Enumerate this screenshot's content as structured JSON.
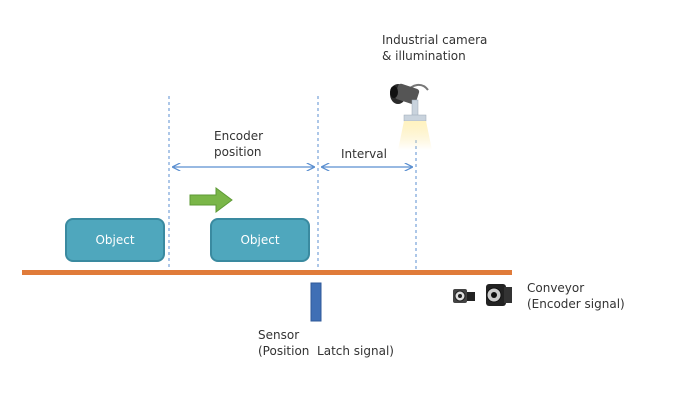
{
  "camera": {
    "line1": "Industrial camera",
    "line2": "& illumination"
  },
  "encoder_position": {
    "line1": "Encoder",
    "line2": "position"
  },
  "interval_label": "Interval",
  "objects": [
    "Object",
    "Object"
  ],
  "conveyor": {
    "line1": "Conveyor",
    "line2": "(Encoder signal)"
  },
  "sensor": {
    "line1": "Sensor",
    "line2": "(Position  Latch signal)"
  },
  "colors": {
    "object_fill": "#4fa7bd",
    "object_border": "#3a8aa0",
    "conveyor": "#e07b3a",
    "arrow": "#7ab648",
    "dim_line": "#5b8fd0",
    "sensor": "#3f6fb5",
    "light": "#fde7a0"
  }
}
